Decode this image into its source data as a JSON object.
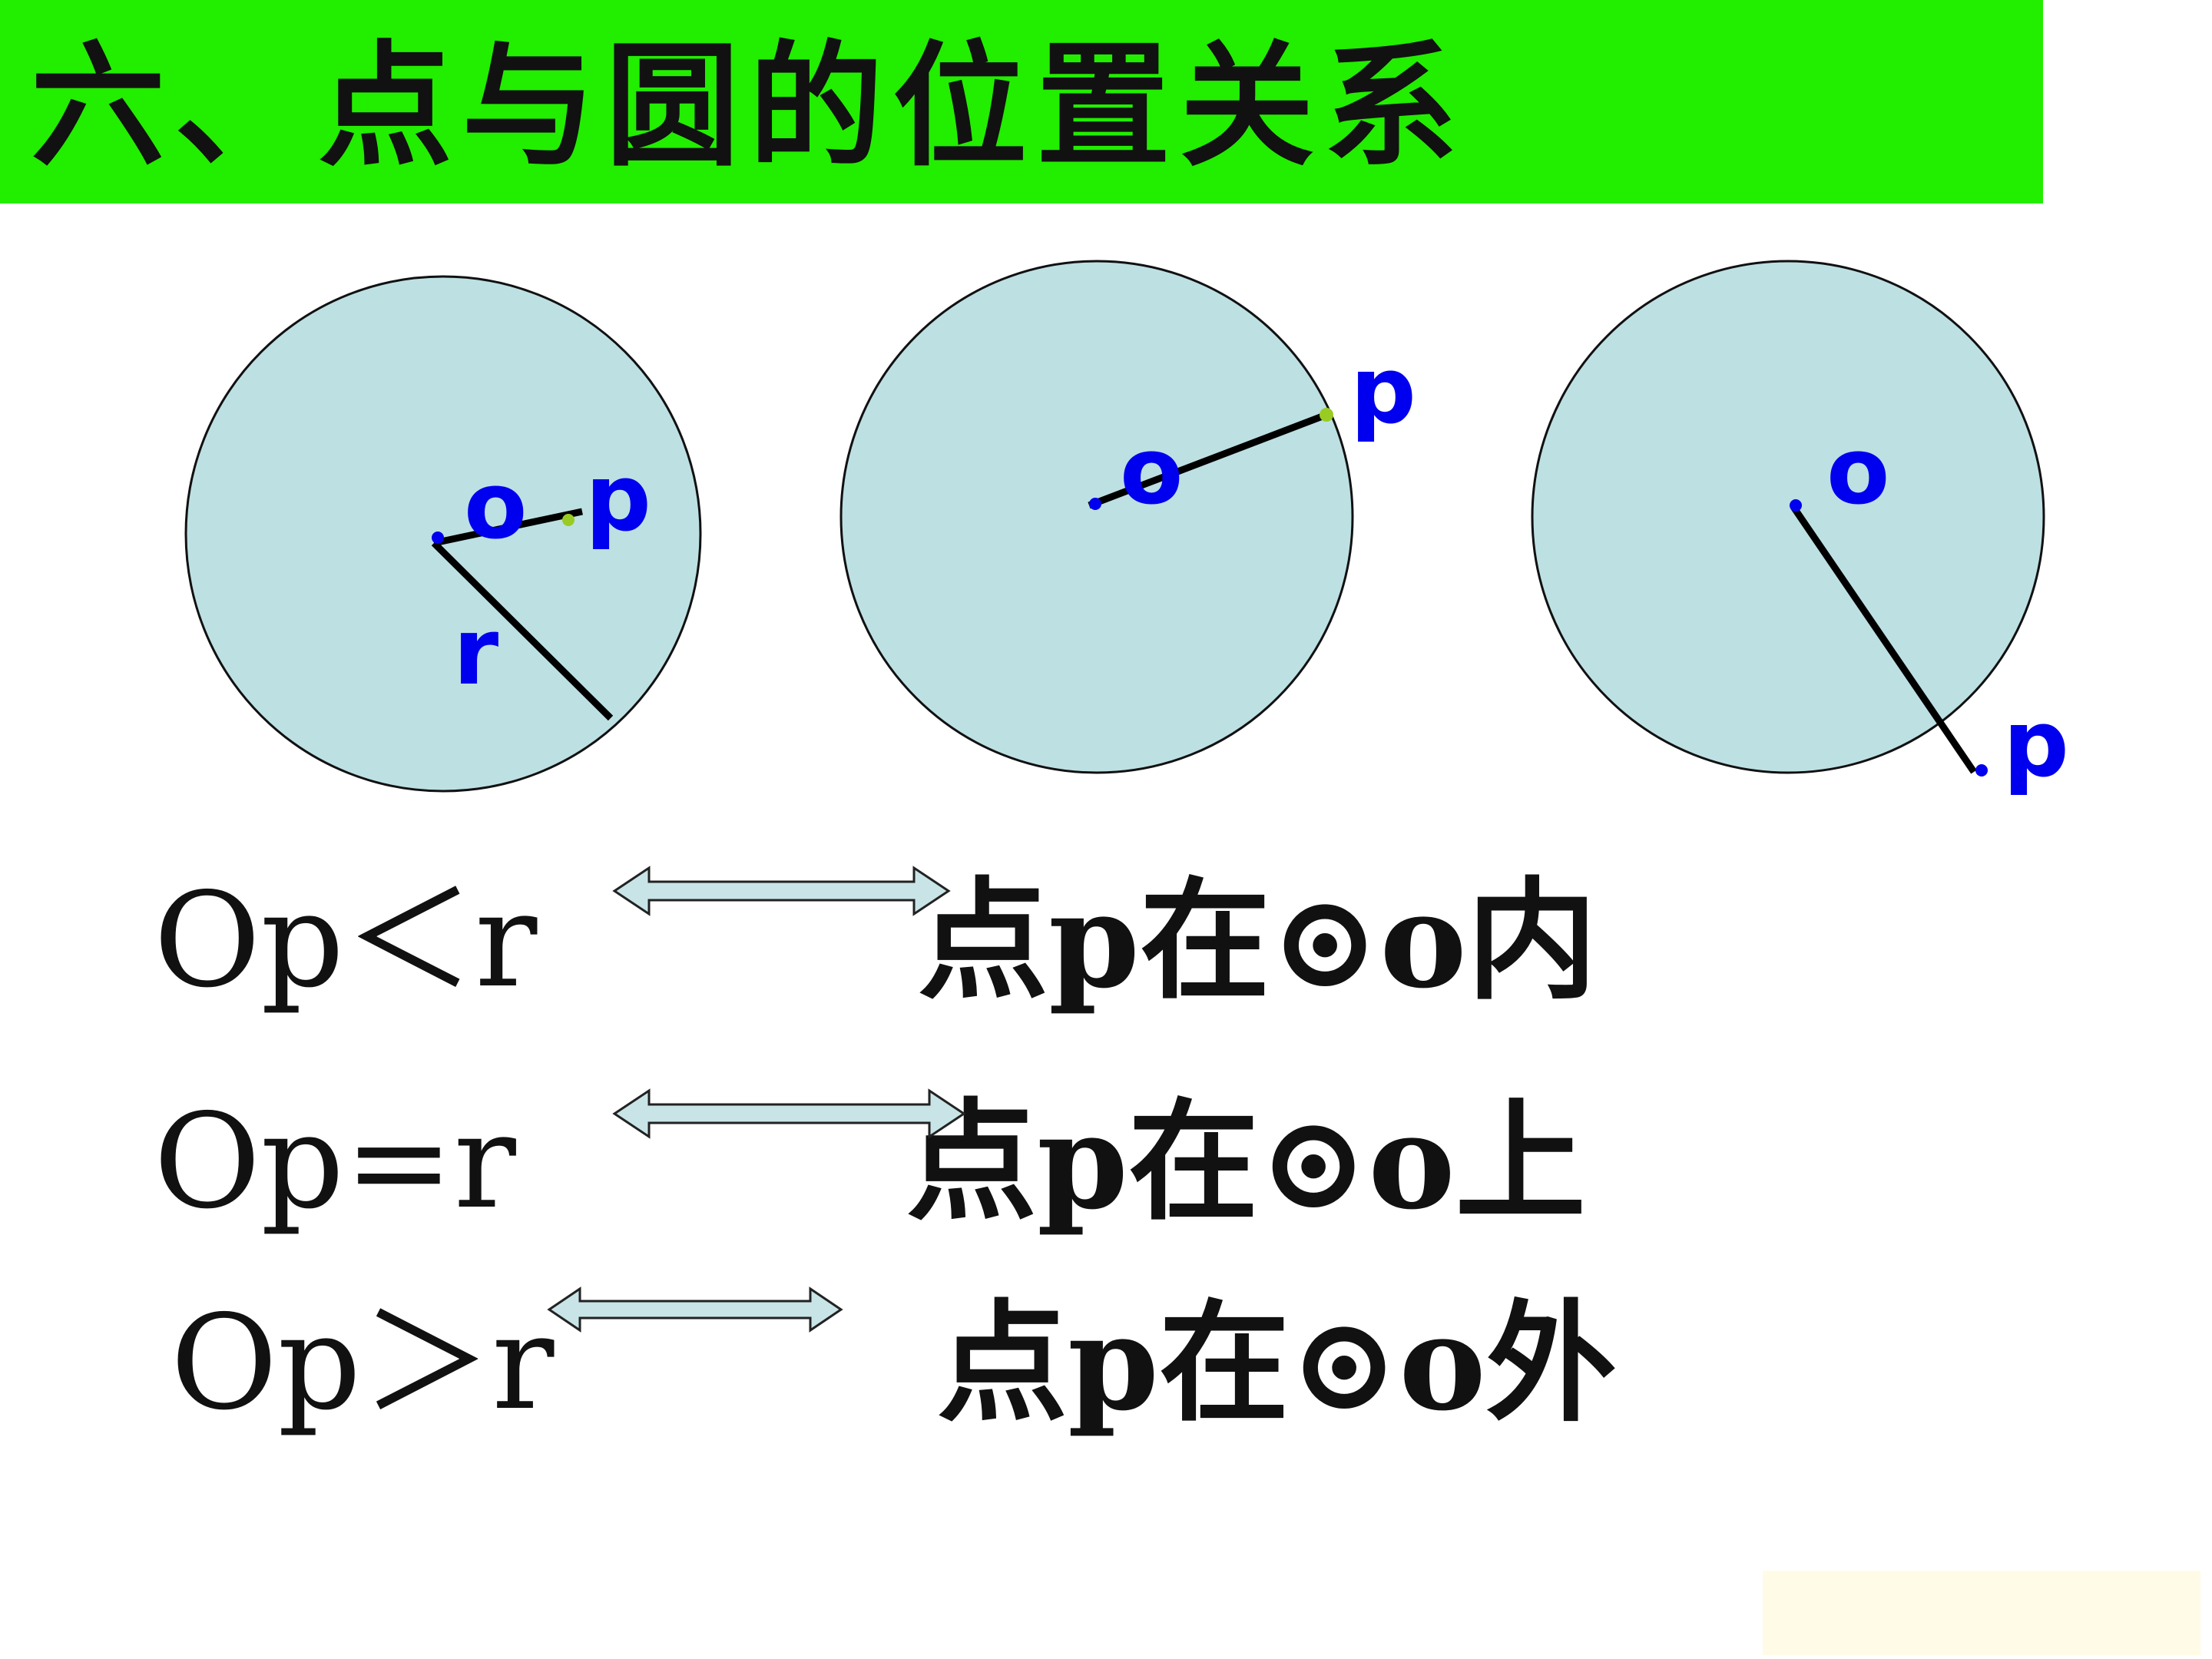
{
  "title": "六、点与圆的位置关系",
  "colors": {
    "banner": "#22ee00",
    "circle_fill": "#bde0e3",
    "label_blue": "#0000ee",
    "point_dot": "#99cc22",
    "arrow_fill": "#c8e4e6"
  },
  "diagrams": [
    {
      "center_label": "o",
      "point_label": "p",
      "radius_label": "r",
      "relation": "inside"
    },
    {
      "center_label": "o",
      "point_label": "p",
      "relation": "on"
    },
    {
      "center_label": "o",
      "point_label": "p",
      "relation": "outside"
    }
  ],
  "relations": [
    {
      "condition": "Op＜r",
      "result": "点p在⊙o内"
    },
    {
      "condition": "Op=r",
      "result": "点p在⊙o上"
    },
    {
      "condition": "Op＞r",
      "result": "点p在⊙o外"
    }
  ]
}
